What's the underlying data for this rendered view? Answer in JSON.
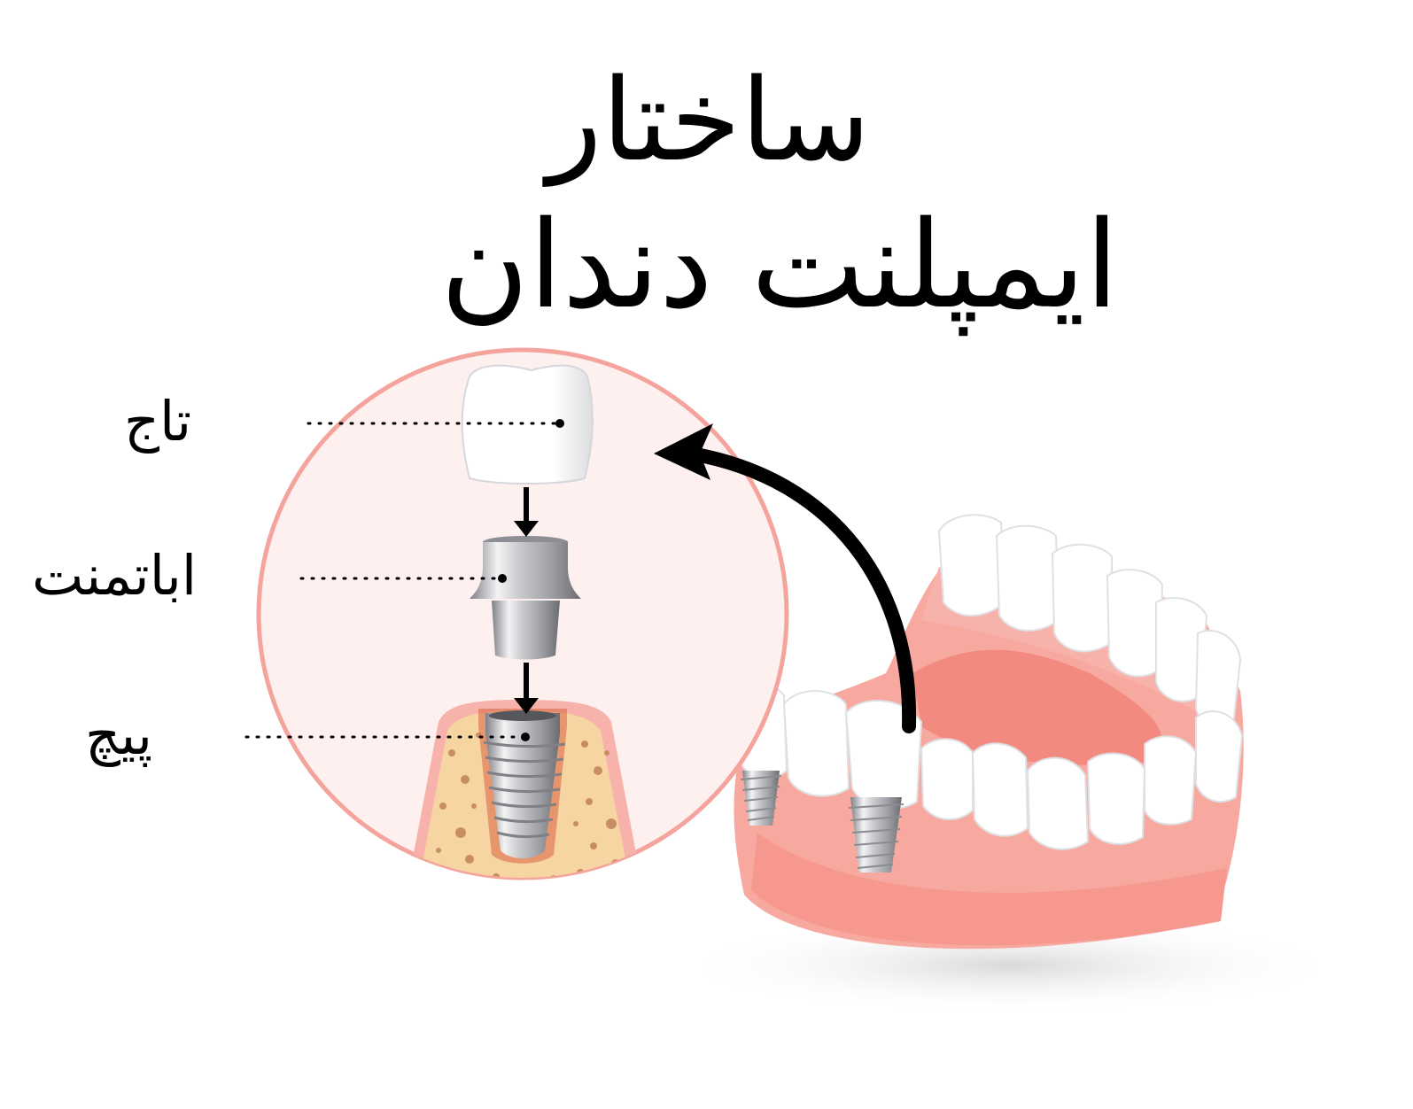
{
  "title": {
    "line1": "ساختار",
    "line2": "ایمپلنت دندان"
  },
  "labels": [
    {
      "id": "crown",
      "text": "تاج"
    },
    {
      "id": "abutment",
      "text": "اباتمنت"
    },
    {
      "id": "screw",
      "text": "پیچ"
    }
  ],
  "colors": {
    "background": "#ffffff",
    "circle_fill": "#fdf0ef",
    "circle_stroke": "#f4a49c",
    "gum": "#f8a99f",
    "gum_dark": "#f28a80",
    "bone": "#f6d5a3",
    "bone_spots": "#c98d64",
    "tooth": "#ffffff",
    "tooth_shade": "#e2e3e6",
    "metal": "#a9abb0",
    "metal_dark": "#6f7177",
    "text": "#000000"
  },
  "icons": [
    "crown-icon",
    "abutment-icon",
    "implant-screw-icon",
    "jaw-with-implants-icon",
    "curved-arrow-icon"
  ]
}
